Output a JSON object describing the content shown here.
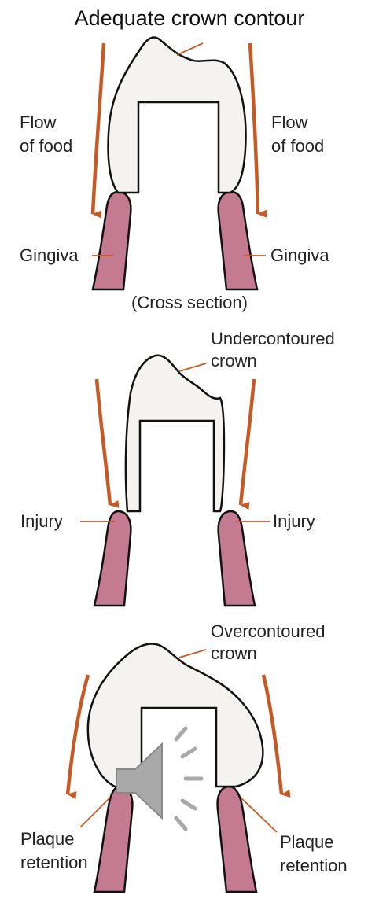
{
  "title": "Adequate crown contour",
  "panel1": {
    "flow_left": [
      "Flow",
      "of food"
    ],
    "flow_right": [
      "Flow",
      "of food"
    ],
    "gingiva_left": "Gingiva",
    "gingiva_right": "Gingiva",
    "caption": "(Cross section)"
  },
  "panel2": {
    "crown_label": [
      "Undercontoured",
      "crown"
    ],
    "injury_left": "Injury",
    "injury_right": "Injury"
  },
  "panel3": {
    "crown_label": [
      "Overcontoured",
      "crown"
    ],
    "plaque_left": [
      "Plaque",
      "retention"
    ],
    "plaque_right": [
      "Plaque",
      "retention"
    ]
  },
  "colors": {
    "arrow": "#c45a25",
    "gingiva": "#c47b92",
    "tooth": "#f5f3ef"
  },
  "icons": {
    "audio": "speaker-icon"
  }
}
